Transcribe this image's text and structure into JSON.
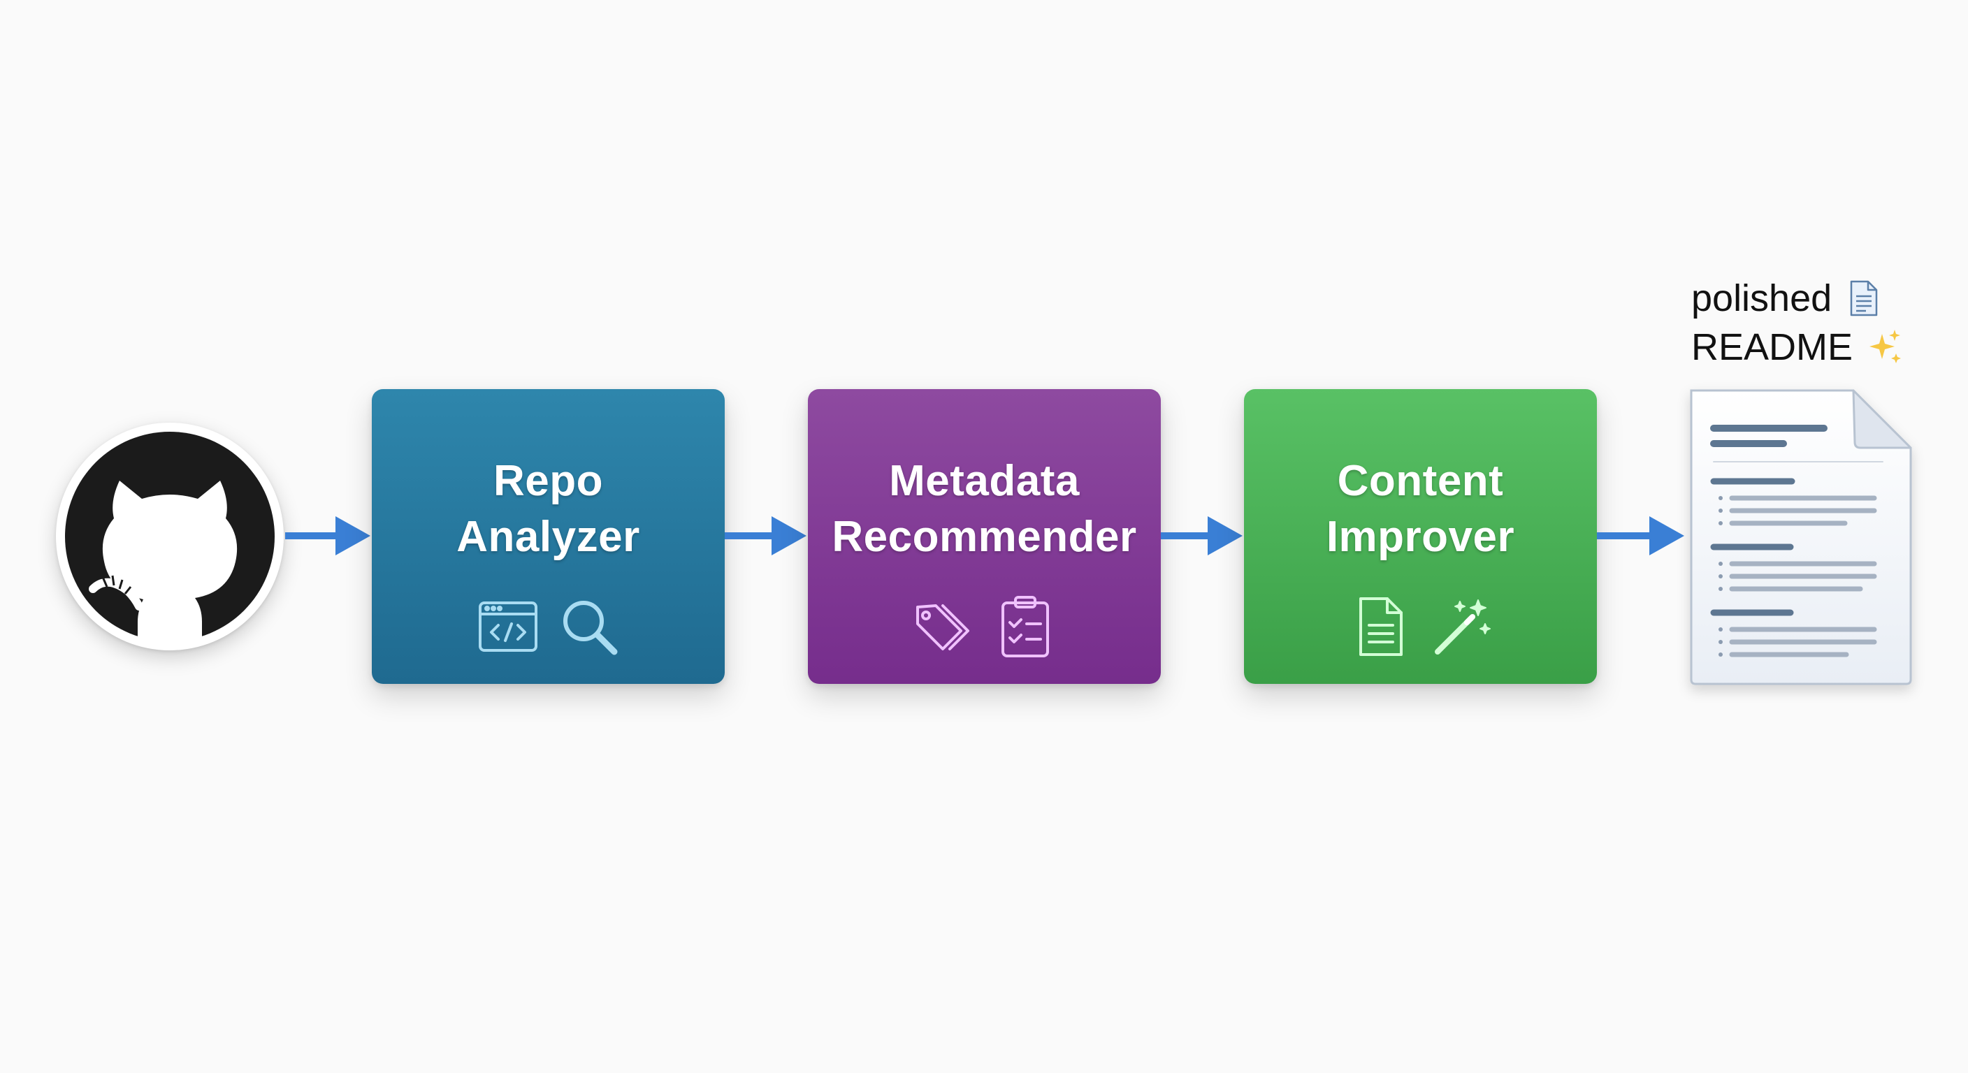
{
  "diagram": {
    "source": {
      "icon": "github-octocat-icon"
    },
    "stages": [
      {
        "title_line1": "Repo",
        "title_line2": "Analyzer",
        "color": "#2a7ea3",
        "icons": [
          "code-window-icon",
          "magnifying-glass-icon"
        ]
      },
      {
        "title_line1": "Metadata",
        "title_line2": "Recommender",
        "color": "#853f98",
        "icons": [
          "tags-icon",
          "checklist-clipboard-icon"
        ]
      },
      {
        "title_line1": "Content",
        "title_line2": "Improver",
        "color": "#4ab256",
        "icons": [
          "document-icon",
          "magic-wand-icon"
        ]
      }
    ],
    "output": {
      "caption_line1": "polished",
      "caption_line2": "README",
      "caption_icons": [
        "page-emoji-icon",
        "sparkles-emoji-icon"
      ],
      "icon": "readme-document-icon"
    },
    "arrow_color": "#3a7fd5"
  }
}
